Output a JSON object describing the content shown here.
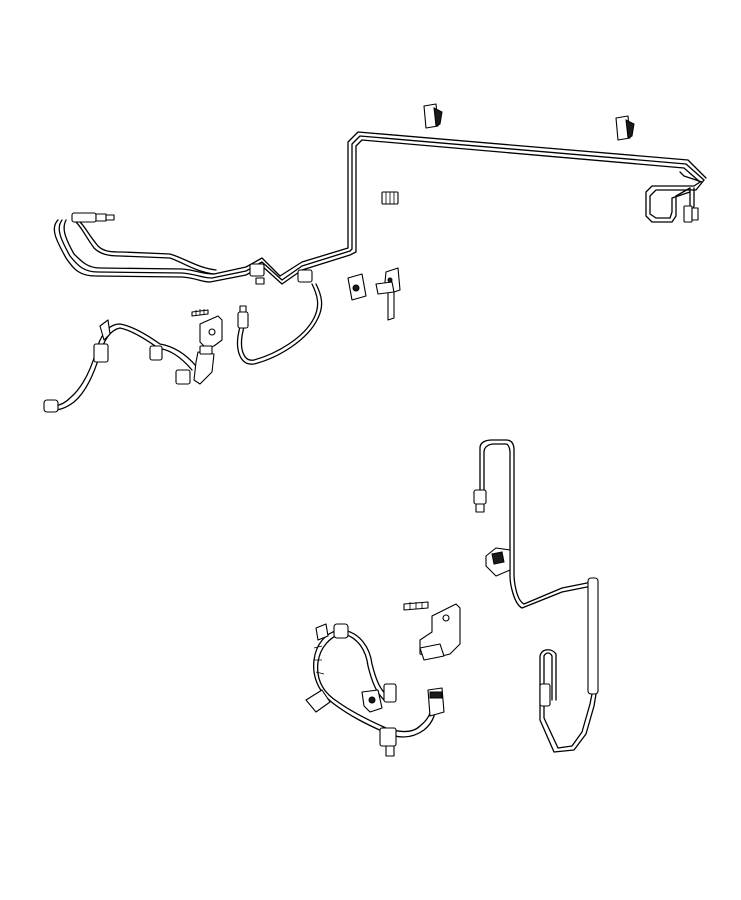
{
  "diagram": {
    "background": "#ffffff",
    "line_color": "#000000",
    "groups": [
      {
        "name": "main-brake-line-assembly"
      },
      {
        "name": "front-left-brake-hose-assembly"
      },
      {
        "name": "rear-right-brake-line-assembly"
      },
      {
        "name": "front-right-brake-hose-assembly"
      }
    ]
  }
}
